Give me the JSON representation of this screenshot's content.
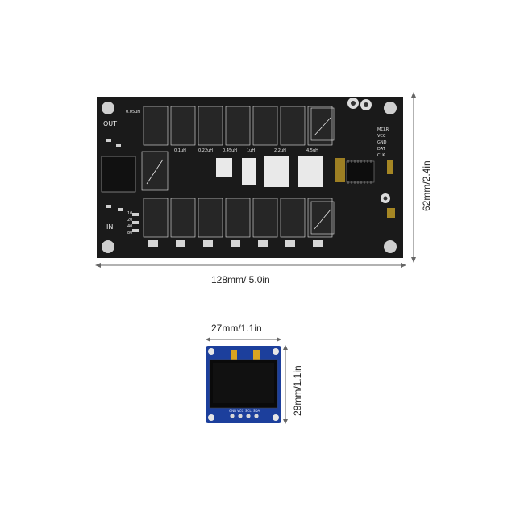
{
  "dimensions": {
    "board_width": "128mm/ 5.0in",
    "board_height": "62mm/2.4in",
    "oled_width": "27mm/1.1in",
    "oled_height": "28mm/1.1in"
  },
  "board": {
    "label_out": "OUT",
    "label_in": "IN",
    "inductor_labels": [
      "0.05uH",
      "0.1uH",
      "0.22uH",
      "0.45uH",
      "1uH",
      "2.2uH",
      "4.5uH"
    ],
    "pin_labels": [
      "MCLR",
      "VCC",
      "GND",
      "DAT",
      "CLK"
    ],
    "cap_labels": [
      "10",
      "20",
      "40",
      "80"
    ]
  },
  "oled": {
    "pin_labels": [
      "GND",
      "VCC",
      "SCL",
      "SDA"
    ]
  },
  "colors": {
    "pcb": "#1a1a1a",
    "relay": "#2b2b2b",
    "silk": "#e8e8e8",
    "oled_pcb": "#1c3f9c",
    "oled_screen": "#0a0a0a",
    "copper": "#c9a227"
  }
}
